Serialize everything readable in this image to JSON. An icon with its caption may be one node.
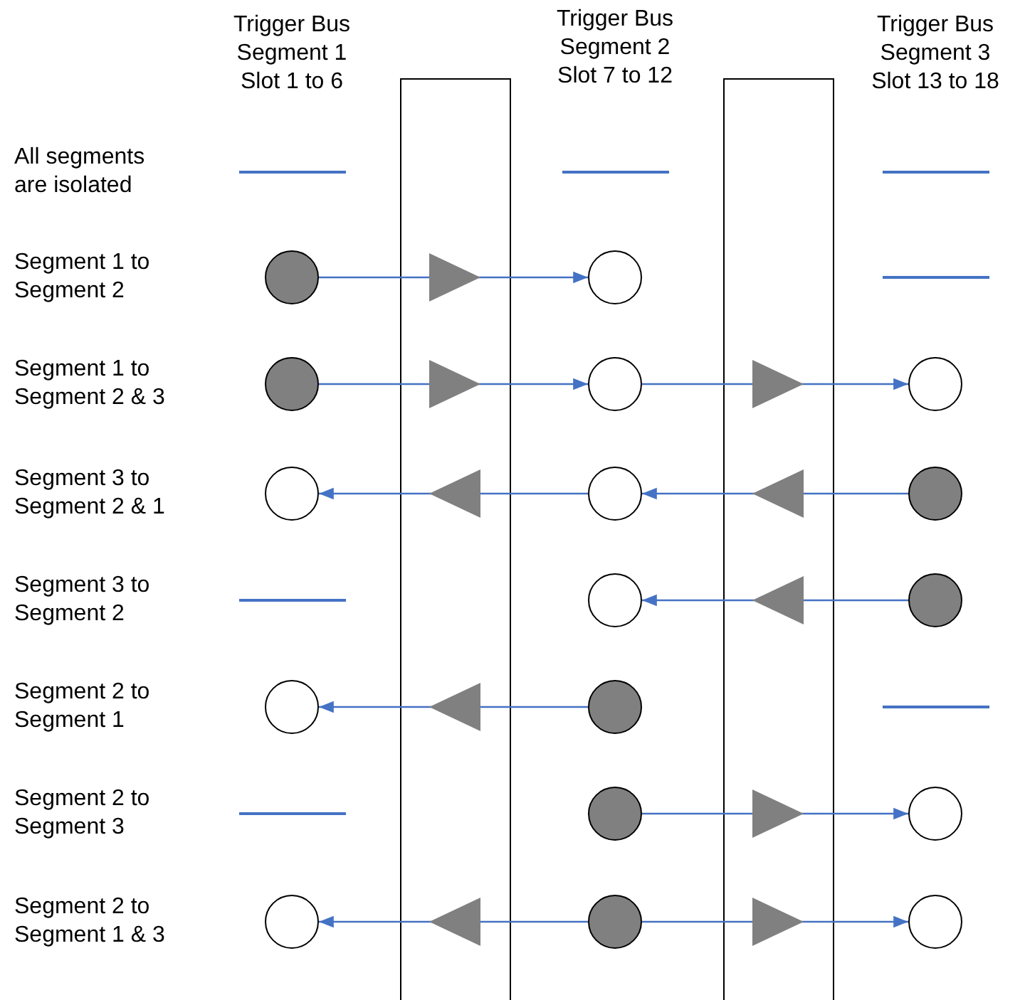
{
  "diagram": {
    "nodes": [
      {
        "text": [],
        "shape": "circle"
      },
      {
        "text": [],
        "shape": "circle"
      },
      {
        "text": [],
        "shape": "circle"
      },
      {
        "text": [],
        "shape": "circle"
      },
      {
        "text": [],
        "shape": "circle"
      },
      {
        "text": [],
        "shape": "circle"
      },
      {
        "text": [],
        "shape": "circle"
      },
      {
        "text": [],
        "shape": "circle"
      },
      {
        "text": [],
        "shape": "circle"
      },
      {
        "text": [],
        "shape": "circle"
      },
      {
        "text": [],
        "shape": "circle"
      },
      {
        "text": [],
        "shape": "circle"
      },
      {
        "text": [],
        "shape": "circle"
      },
      {
        "text": [],
        "shape": "circle"
      },
      {
        "text": [],
        "shape": "circle"
      },
      {
        "text": [],
        "shape": "circle"
      },
      {
        "text": [],
        "shape": "circle"
      }
    ],
    "edges": [
      {
        "from": 0,
        "to": 1,
        "arrow": "to"
      },
      {
        "from": 2,
        "to": 3,
        "arrow": "to"
      },
      {
        "from": 3,
        "to": 4,
        "arrow": "to"
      },
      {
        "from": 7,
        "to": 6,
        "arrow": "to"
      },
      {
        "from": 6,
        "to": 5,
        "arrow": "to"
      },
      {
        "from": 9,
        "to": 8,
        "arrow": "to"
      },
      {
        "from": 11,
        "to": 10,
        "arrow": "to"
      },
      {
        "from": 12,
        "to": 13,
        "arrow": "to"
      },
      {
        "from": 15,
        "to": 14,
        "arrow": "to"
      },
      {
        "from": 15,
        "to": 16,
        "arrow": "to"
      }
    ],
    "labels": [
      "Trigger Bus Segment 1 Slot 1 to 6",
      "Trigger Bus Segment 2 Slot 7 to 12",
      "Trigger Bus Segment 3 Slot 13 to 18",
      "All segments are isolated",
      "Segment 1 to Segment 2",
      "Segment 1 to Segment 2 & 3",
      "Segment 3 to Segment 2 & 1",
      "Segment 3 to Segment 2",
      "Segment 2 to Segment 1",
      "Segment 2 to Segment 3",
      "Segment 2 to Segment 1 & 3"
    ]
  }
}
